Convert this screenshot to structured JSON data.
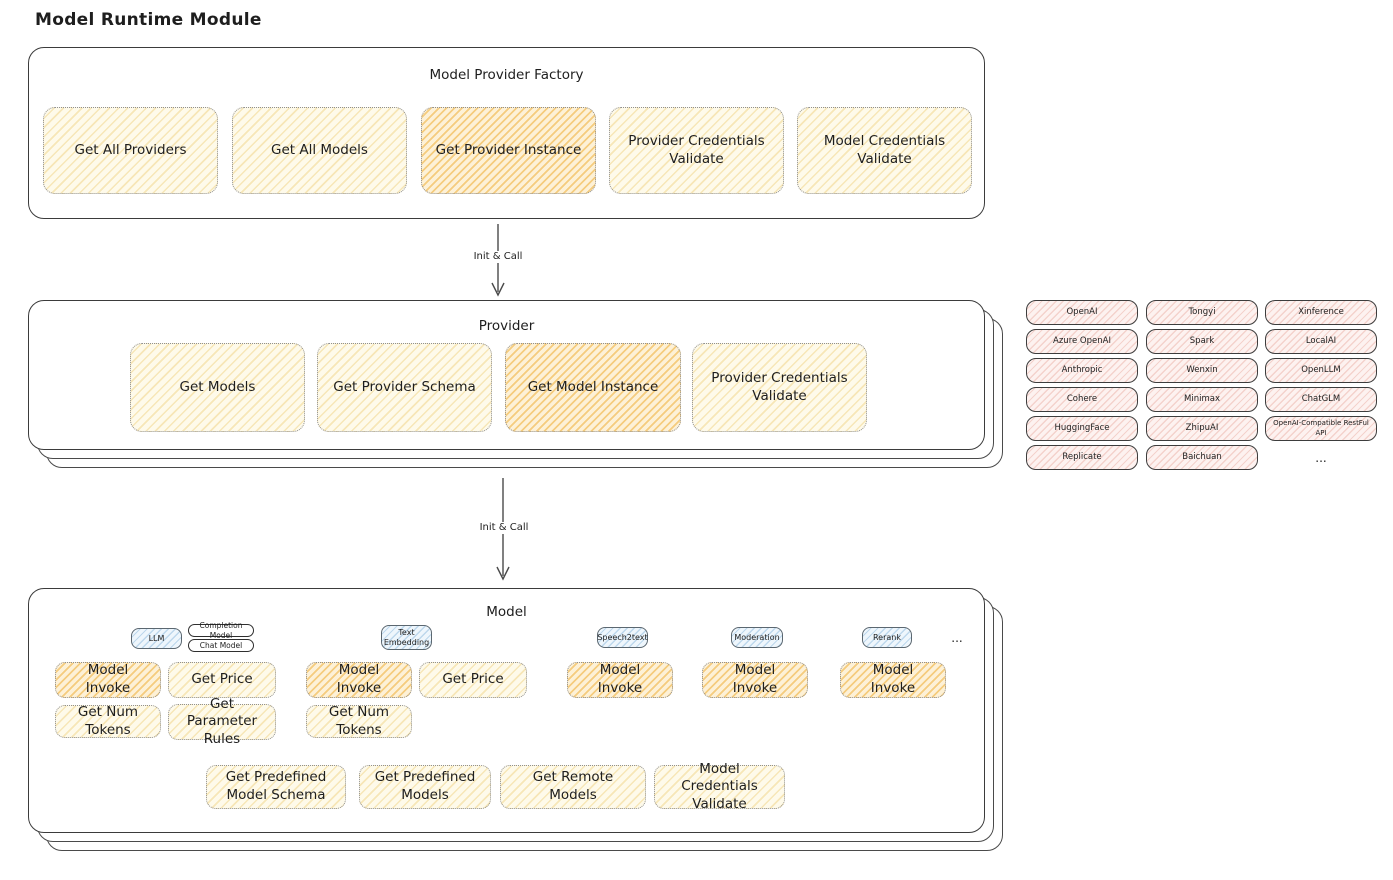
{
  "title": "Model Runtime Module",
  "arrow_label": "Init & Call",
  "colors": {
    "yellow_fill": "#fefaea",
    "orange_fill": "#fdf1d7",
    "pink_fill": "#fdf2f0",
    "blue_fill": "#eef6fc",
    "stroke": "#3b3b3b"
  },
  "factory": {
    "title": "Model Provider Factory",
    "buttons": [
      "Get All Providers",
      "Get All Models",
      "Get Provider Instance",
      "Provider Credentials Validate",
      "Model Credentials Validate"
    ]
  },
  "provider": {
    "title": "Provider",
    "buttons": [
      "Get Models",
      "Get Provider Schema",
      "Get Model Instance",
      "Provider Credentials Validate"
    ]
  },
  "providers": {
    "columns": [
      [
        "OpenAI",
        "Azure OpenAI",
        "Anthropic",
        "Cohere",
        "HuggingFace",
        "Replicate"
      ],
      [
        "Tongyi",
        "Spark",
        "Wenxin",
        "Minimax",
        "ZhipuAI",
        "Baichuan"
      ],
      [
        "Xinference",
        "LocalAI",
        "OpenLLM",
        "ChatGLM",
        "OpenAI-Compatible RestFul API"
      ]
    ],
    "more": "..."
  },
  "model": {
    "title": "Model",
    "tabs": {
      "llm": "LLM",
      "completion_model": "Completion Model",
      "chat_model": "Chat Model",
      "text_embedding": "Text Embedding",
      "speech2text": "Speech2text",
      "moderation": "Moderation",
      "rerank": "Rerank",
      "more": "..."
    },
    "actions": {
      "model_invoke": "Model Invoke",
      "get_price": "Get Price",
      "get_num_tokens": "Get Num Tokens",
      "get_parameter_rules": "Get Parameter Rules"
    },
    "bottom_buttons": [
      "Get Predefined Model Schema",
      "Get Predefined Models",
      "Get Remote Models",
      "Model Credentials Validate"
    ]
  }
}
